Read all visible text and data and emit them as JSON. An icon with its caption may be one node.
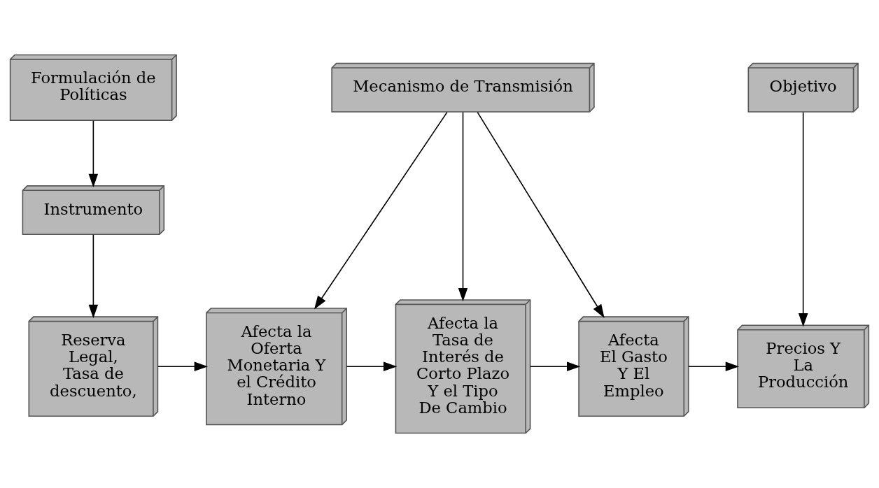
{
  "diagram": {
    "nodes": [
      {
        "text": [
          "Formulación de Políticas"
        ]
      },
      {
        "text": [
          "Instrumento"
        ]
      },
      {
        "text": [
          "Mecanismo de Transmisión"
        ]
      },
      {
        "text": [
          "Objetivo"
        ]
      },
      {
        "text": [
          "Reserva Legal, Tasa de descuento,"
        ]
      },
      {
        "text": [
          "Afecta la Oferta Monetaria Y el Crédito Interno"
        ]
      },
      {
        "text": [
          "Afecta la Tasa de Interés de Corto Plazo Y el Tipo De Cambio"
        ]
      },
      {
        "text": [
          "Afecta El Gasto Y El Empleo"
        ]
      },
      {
        "text": [
          "Precios Y La Producción"
        ]
      }
    ],
    "edges": [
      {
        "from": 0,
        "to": 1,
        "arrow": "to"
      },
      {
        "from": 1,
        "to": 4,
        "arrow": "to"
      },
      {
        "from": 2,
        "to": 5,
        "arrow": "to"
      },
      {
        "from": 2,
        "to": 6,
        "arrow": "to"
      },
      {
        "from": 2,
        "to": 7,
        "arrow": "to"
      },
      {
        "from": 3,
        "to": 8,
        "arrow": "to"
      },
      {
        "from": 4,
        "to": 5,
        "arrow": "to"
      },
      {
        "from": 5,
        "to": 6,
        "arrow": "to"
      },
      {
        "from": 6,
        "to": 7,
        "arrow": "to"
      },
      {
        "from": 7,
        "to": 8,
        "arrow": "to"
      }
    ]
  }
}
